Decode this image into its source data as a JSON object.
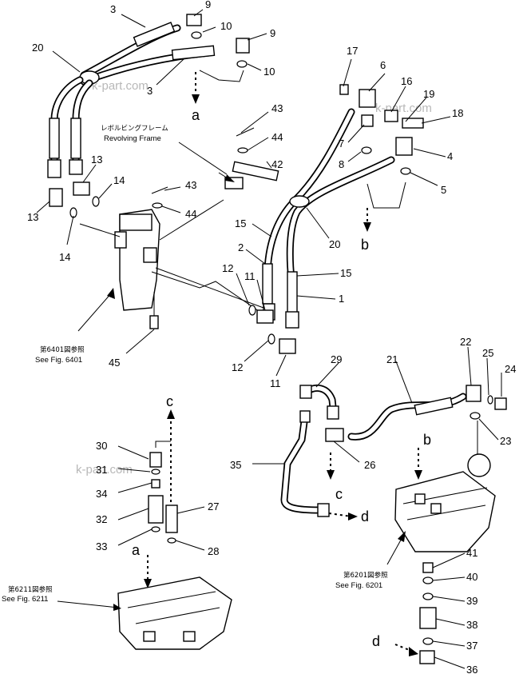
{
  "callouts": [
    "1",
    "2",
    "3",
    "3",
    "4",
    "5",
    "6",
    "7",
    "8",
    "9",
    "9",
    "10",
    "10",
    "11",
    "11",
    "12",
    "12",
    "13",
    "13",
    "14",
    "14",
    "15",
    "15",
    "16",
    "17",
    "18",
    "19",
    "20",
    "20",
    "21",
    "22",
    "23",
    "24",
    "25",
    "26",
    "27",
    "28",
    "29",
    "30",
    "31",
    "32",
    "33",
    "34",
    "35",
    "36",
    "37",
    "38",
    "39",
    "40",
    "41",
    "42",
    "43",
    "43",
    "44",
    "44",
    "45"
  ],
  "letters": [
    "a",
    "a",
    "b",
    "b",
    "c",
    "c",
    "d",
    "d"
  ],
  "notes": {
    "revolving_jp": "レボルビングフレーム",
    "revolving_en": "Revolving Frame",
    "fig6401_jp": "第6401図参照",
    "fig6401_en": "See Fig. 6401",
    "fig6211_jp": "第6211図参照",
    "fig6211_en": "See Fig. 6211",
    "fig6201_jp": "第6201図参照",
    "fig6201_en": "See Fig. 6201"
  },
  "watermark": "k-part.com",
  "colors": {
    "ink": "#000000",
    "paper": "#ffffff",
    "watermark": "#b8b8b8"
  }
}
